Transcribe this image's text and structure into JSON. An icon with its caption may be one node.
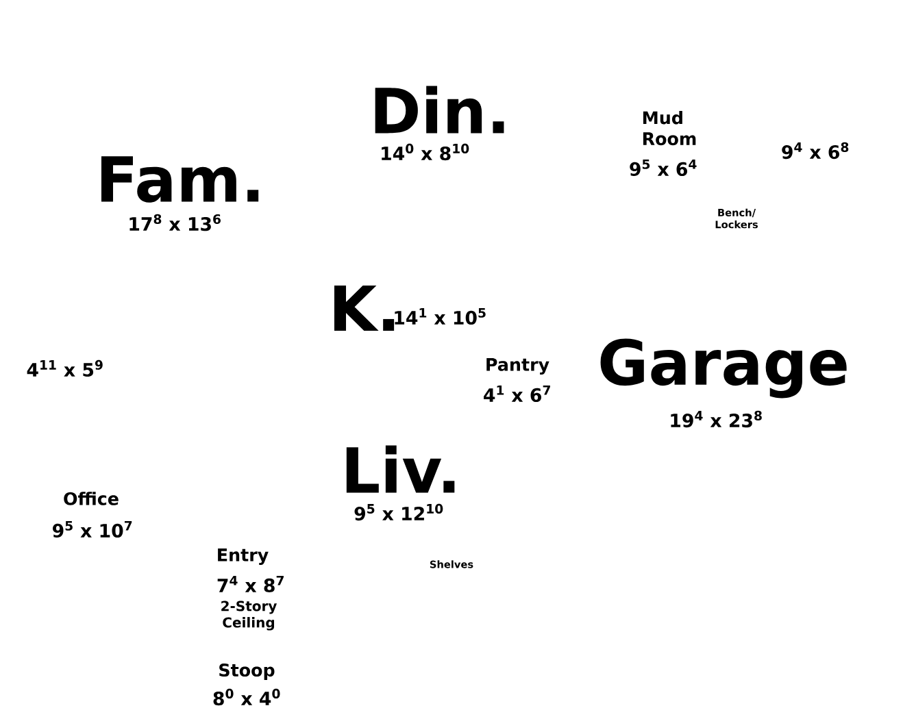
{
  "diagram": {
    "labels": [
      "Din.",
      "14$^{0}$ x 8$^{10}$",
      "Mud Room",
      "9$^{5}$ x 6$^{4}$",
      "9$^{4}$ x 6$^{8}$",
      "Fam.",
      "17$^{8}$ x 13$^{6}$",
      "Bench/ Lockers",
      "K.",
      "14$^{1}$ x 10$^{5}$",
      "4$^{11}$ x 5$^{9}$",
      "Pantry",
      "4$^{1}$ x 6$^{7}$",
      "Garage",
      "19$^{4}$ x 23$^{8}$",
      "Liv.",
      "9$^{5}$ x 12$^{10}$",
      "Office",
      "9$^{5}$ x 10$^{7}$",
      "Entry",
      "7$^{4}$ x 8$^{7}$",
      "2-Story Ceiling",
      "Shelves",
      "Stoop",
      "8$^{0}$ x 4$^{0}$"
    ]
  }
}
